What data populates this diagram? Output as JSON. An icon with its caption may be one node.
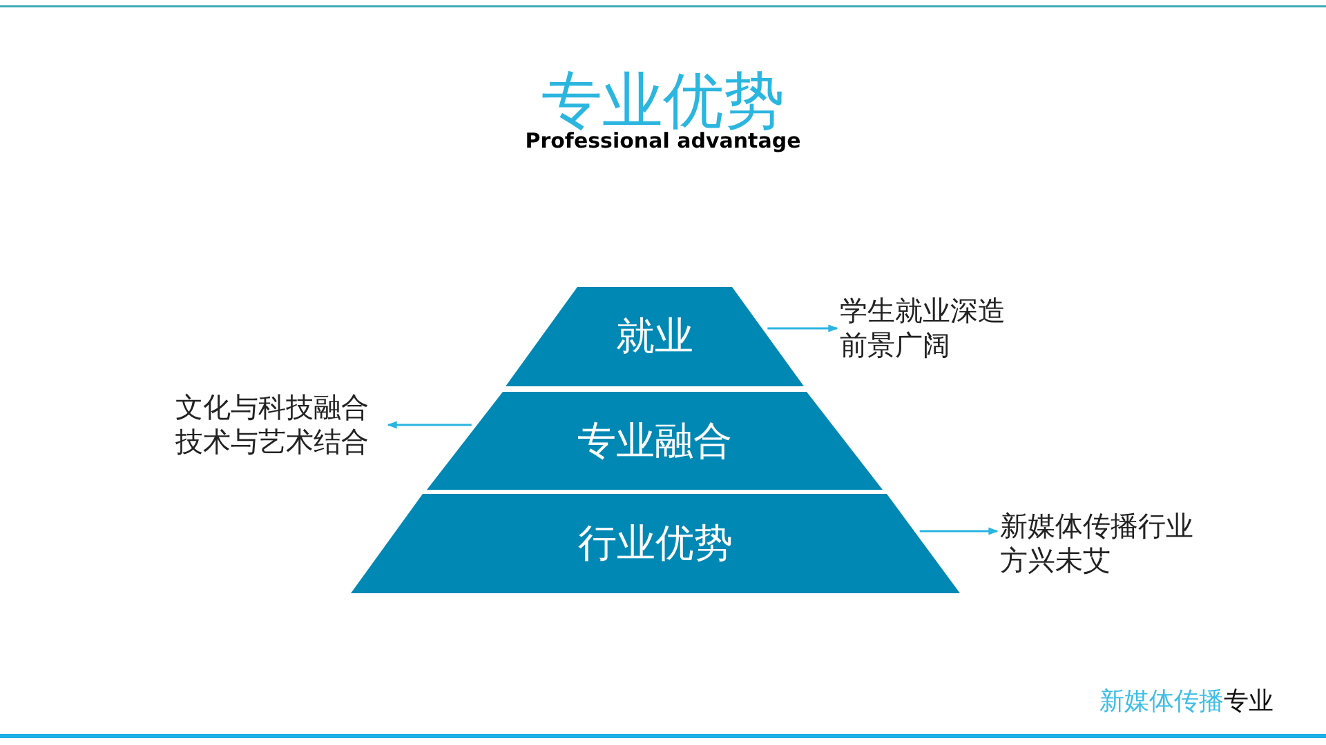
{
  "diagram": {
    "title": "专业优势",
    "nodes": [
      {
        "text": [
          "就业"
        ]
      },
      {
        "text": [
          "专业融合"
        ]
      },
      {
        "text": [
          "行业优势"
        ]
      },
      {
        "text": [
          "学生就业深造前景广阔"
        ]
      },
      {
        "text": [
          "文化与科技融合技术与艺术结合"
        ]
      },
      {
        "text": [
          "新媒体传播行业方兴未艾"
        ]
      }
    ],
    "edges": [
      {
        "from": 0,
        "to": 3,
        "arrow": "to"
      },
      {
        "from": 1,
        "to": 4,
        "arrow": "to"
      },
      {
        "from": 2,
        "to": 5,
        "arrow": "to"
      }
    ],
    "labels": [
      "Professional advantage",
      "新媒体传播",
      "专业"
    ]
  }
}
